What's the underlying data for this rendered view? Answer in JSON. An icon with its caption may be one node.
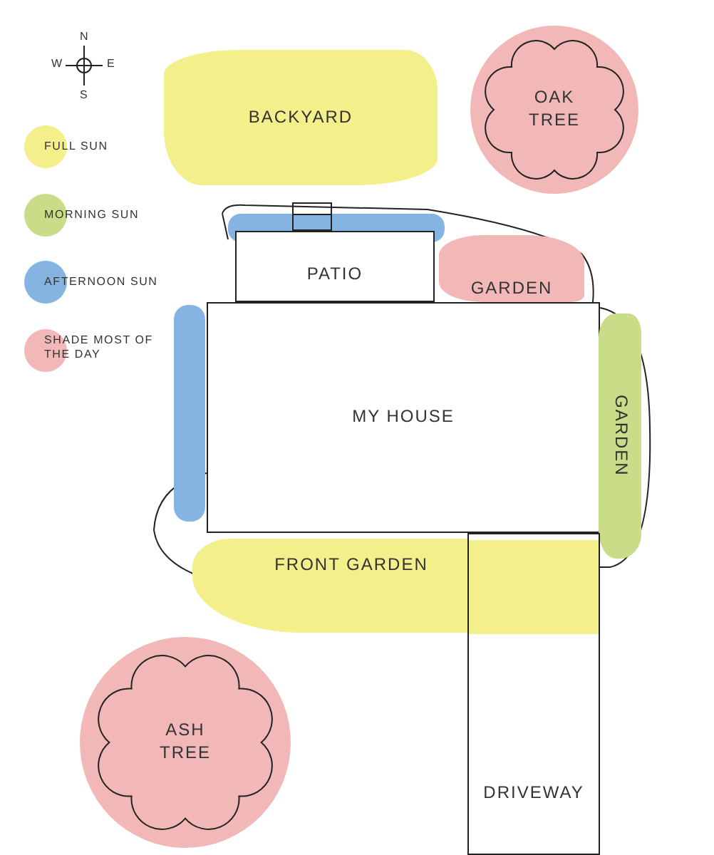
{
  "diagram": {
    "nodes": [
      {
        "text": [
          "BACKYARD"
        ]
      },
      {
        "text": [
          "OAK TREE"
        ]
      },
      {
        "text": [],
        "shape": "bar"
      },
      {
        "text": [
          "PATIO"
        ]
      },
      {
        "text": [
          "GARDEN"
        ]
      },
      {
        "text": [],
        "shape": "bar"
      },
      {
        "text": [
          "MY HOUSE"
        ]
      },
      {
        "text": [
          "GARDEN"
        ]
      },
      {
        "text": [
          "FRONT GARDEN"
        ]
      },
      {
        "text": [
          "ASH TREE"
        ]
      },
      {
        "text": [
          "DRIVEWAY"
        ]
      }
    ],
    "labels": [
      "N",
      "W",
      "E",
      "S"
    ],
    "legend": [
      {
        "text": "FULL SUN",
        "color": "#f3f08c"
      },
      {
        "text": "MORNING SUN",
        "color": "#c9dd88"
      },
      {
        "text": "AFTERNOON SUN",
        "color": "#86b4e2"
      },
      {
        "text": "SHADE MOST OF THE DAY",
        "color": "#f2b8b8"
      }
    ]
  }
}
